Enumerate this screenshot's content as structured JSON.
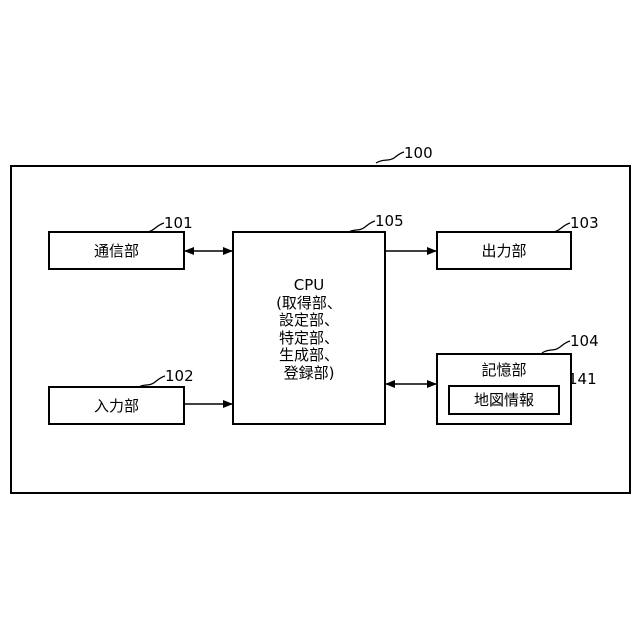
{
  "diagram": {
    "device": {
      "ref": "100"
    },
    "communication_unit": {
      "label": "通信部",
      "ref": "101"
    },
    "input_unit": {
      "label": "入力部",
      "ref": "102"
    },
    "output_unit": {
      "label": "出力部",
      "ref": "103"
    },
    "storage_unit": {
      "label": "記憶部",
      "ref": "104"
    },
    "cpu": {
      "ref": "105",
      "title": "CPU",
      "lines": [
        "(取得部、",
        "設定部、",
        "特定部、",
        "生成部、",
        "登録部)"
      ]
    },
    "map_info": {
      "label": "地図情報",
      "ref": "141"
    }
  }
}
